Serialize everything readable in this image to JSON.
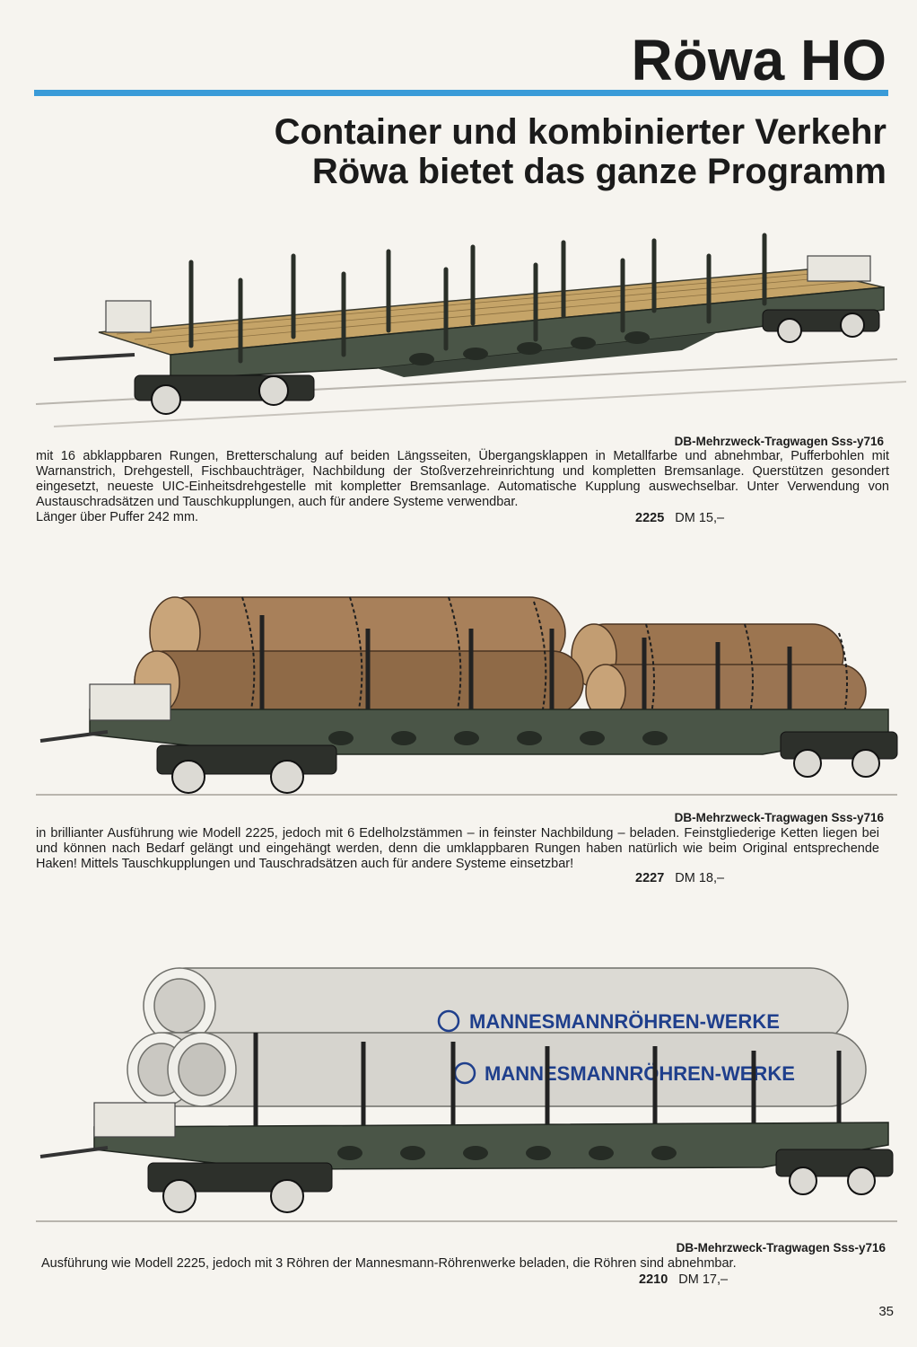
{
  "header": {
    "brand": "Röwa HO",
    "headline_1": "Container und kombinierter Verkehr",
    "headline_2": "Röwa bietet das ganze Programm",
    "rule_color": "#3a9bd8"
  },
  "products": [
    {
      "title": "DB-Mehrzweck-Tragwagen Sss-y716",
      "description": "mit 16 abklappbaren Rungen, Bretterschalung auf beiden Längsseiten, Übergangsklappen in Metallfarbe und abnehmbar, Pufferbohlen mit Warnanstrich, Drehgestell, Fischbauchträger, Nachbildung der Stoßverzehreinrichtung und kompletten Bremsanlage. Querstützen gesondert eingesetzt, neueste UIC-Einheitsdrehgestelle mit kompletter Bremsanlage. Automatische Kupplung auswechselbar. Unter Verwendung von Austauschradsätzen und Tauschkupplungen, auch für andere Systeme verwendbar.",
      "description_last": "Länger über Puffer 242 mm.",
      "article": "2225",
      "price": "DM 15,–"
    },
    {
      "title": "DB-Mehrzweck-Tragwagen Sss-y716",
      "description": "in brillianter Ausführung wie Modell 2225, jedoch mit 6 Edelholzstämmen – in feinster Nachbildung – beladen. Feinstgliederige Ketten liegen bei und können nach Bedarf gelängt und eingehängt werden, denn die umklappbaren Rungen haben natürlich wie beim Original entsprechende Haken! Mittels Tauschkupplungen und Tauschradsätzen auch für andere Systeme einsetzbar!",
      "article": "2227",
      "price": "DM 18,–"
    },
    {
      "title": "DB-Mehrzweck-Tragwagen Sss-y716",
      "description": "Ausführung wie Modell 2225, jedoch mit 3 Röhren der Mannesmann-Röhrenwerke beladen, die Röhren sind abnehmbar.",
      "article": "2210",
      "price": "DM 17,–",
      "pipe_label_1": "MANNESMANNRÖHREN-WERKE",
      "pipe_label_2": "MANNESMANNRÖHREN-WERKE"
    }
  ],
  "page_number": "35"
}
